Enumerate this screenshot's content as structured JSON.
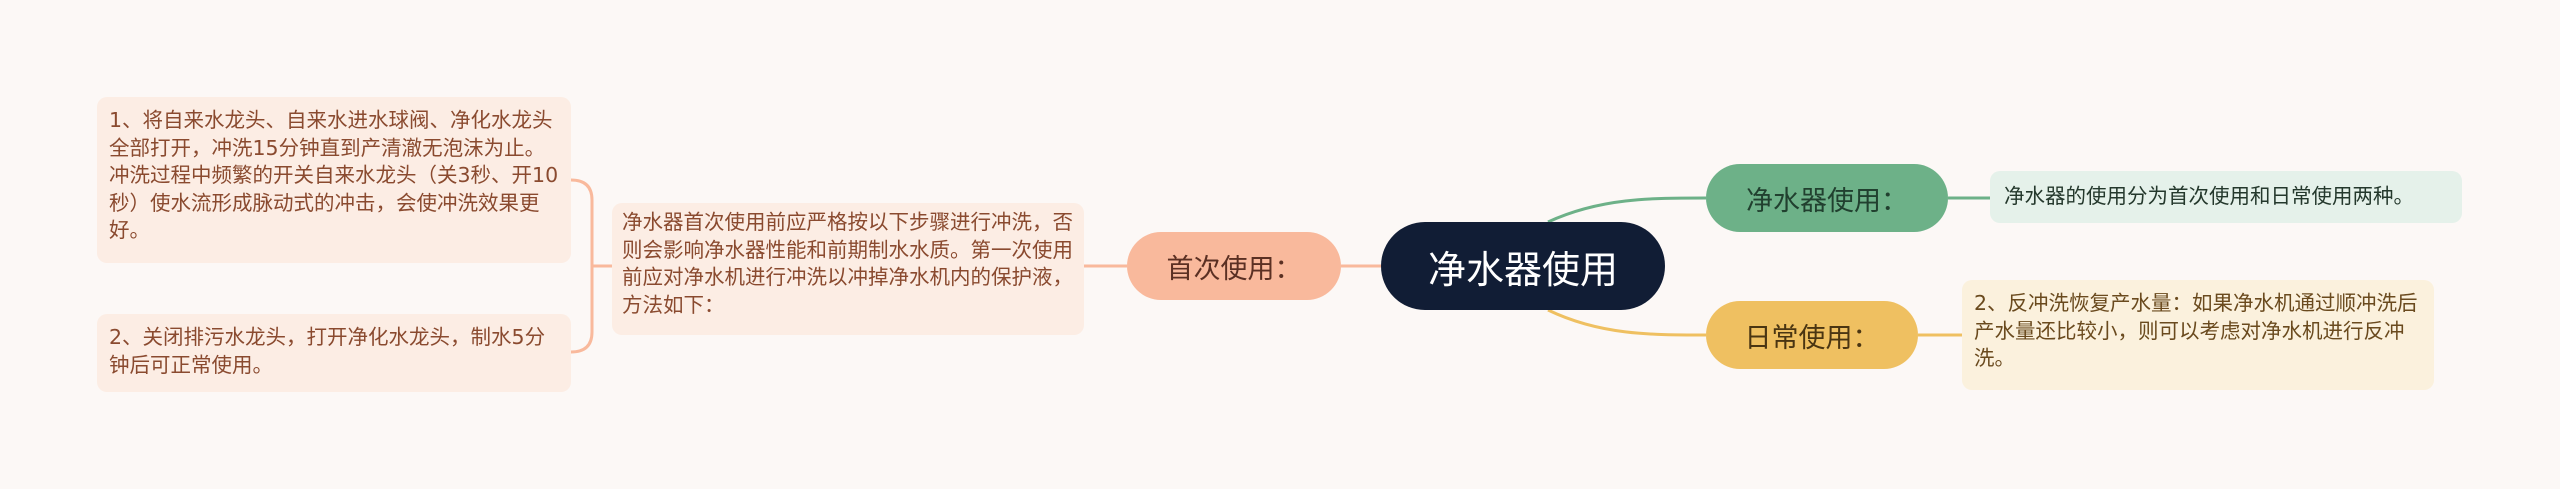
{
  "colors": {
    "root": "#111d35",
    "usage": "#6db188",
    "first": "#f9b99c",
    "daily": "#efc061",
    "usage_card": "#e5f1ea",
    "first_card": "#fcede4",
    "daily_card": "#fbf1dd",
    "background": "#fcf8f6"
  },
  "root": {
    "label": "净水器使用"
  },
  "branches": {
    "usage": {
      "label": "净水器使用：",
      "detail": "净水器的使用分为首次使用和日常使用两种。"
    },
    "first": {
      "label": "首次使用：",
      "detail": "净水器首次使用前应严格按以下步骤进行冲洗，否则会影响净水器性能和前期制水水质。第一次使用前应对净水机进行冲洗以冲掉净水机内的保护液，方法如下：",
      "steps": [
        "1、将自来水龙头、自来水进水球阀、净化水龙头全部打开，冲洗15分钟直到产清澈无泡沫为止。冲洗过程中频繁的开关自来水龙头（关3秒、开10秒）使水流形成脉动式的冲击，会使冲洗效果更好。",
        "2、关闭排污水龙头，打开净化水龙头，制水5分钟后可正常使用。"
      ]
    },
    "daily": {
      "label": "日常使用：",
      "detail": "2、反冲洗恢复产水量：如果净水机通过顺冲洗后产水量还比较小，则可以考虑对净水机进行反冲洗。"
    }
  }
}
